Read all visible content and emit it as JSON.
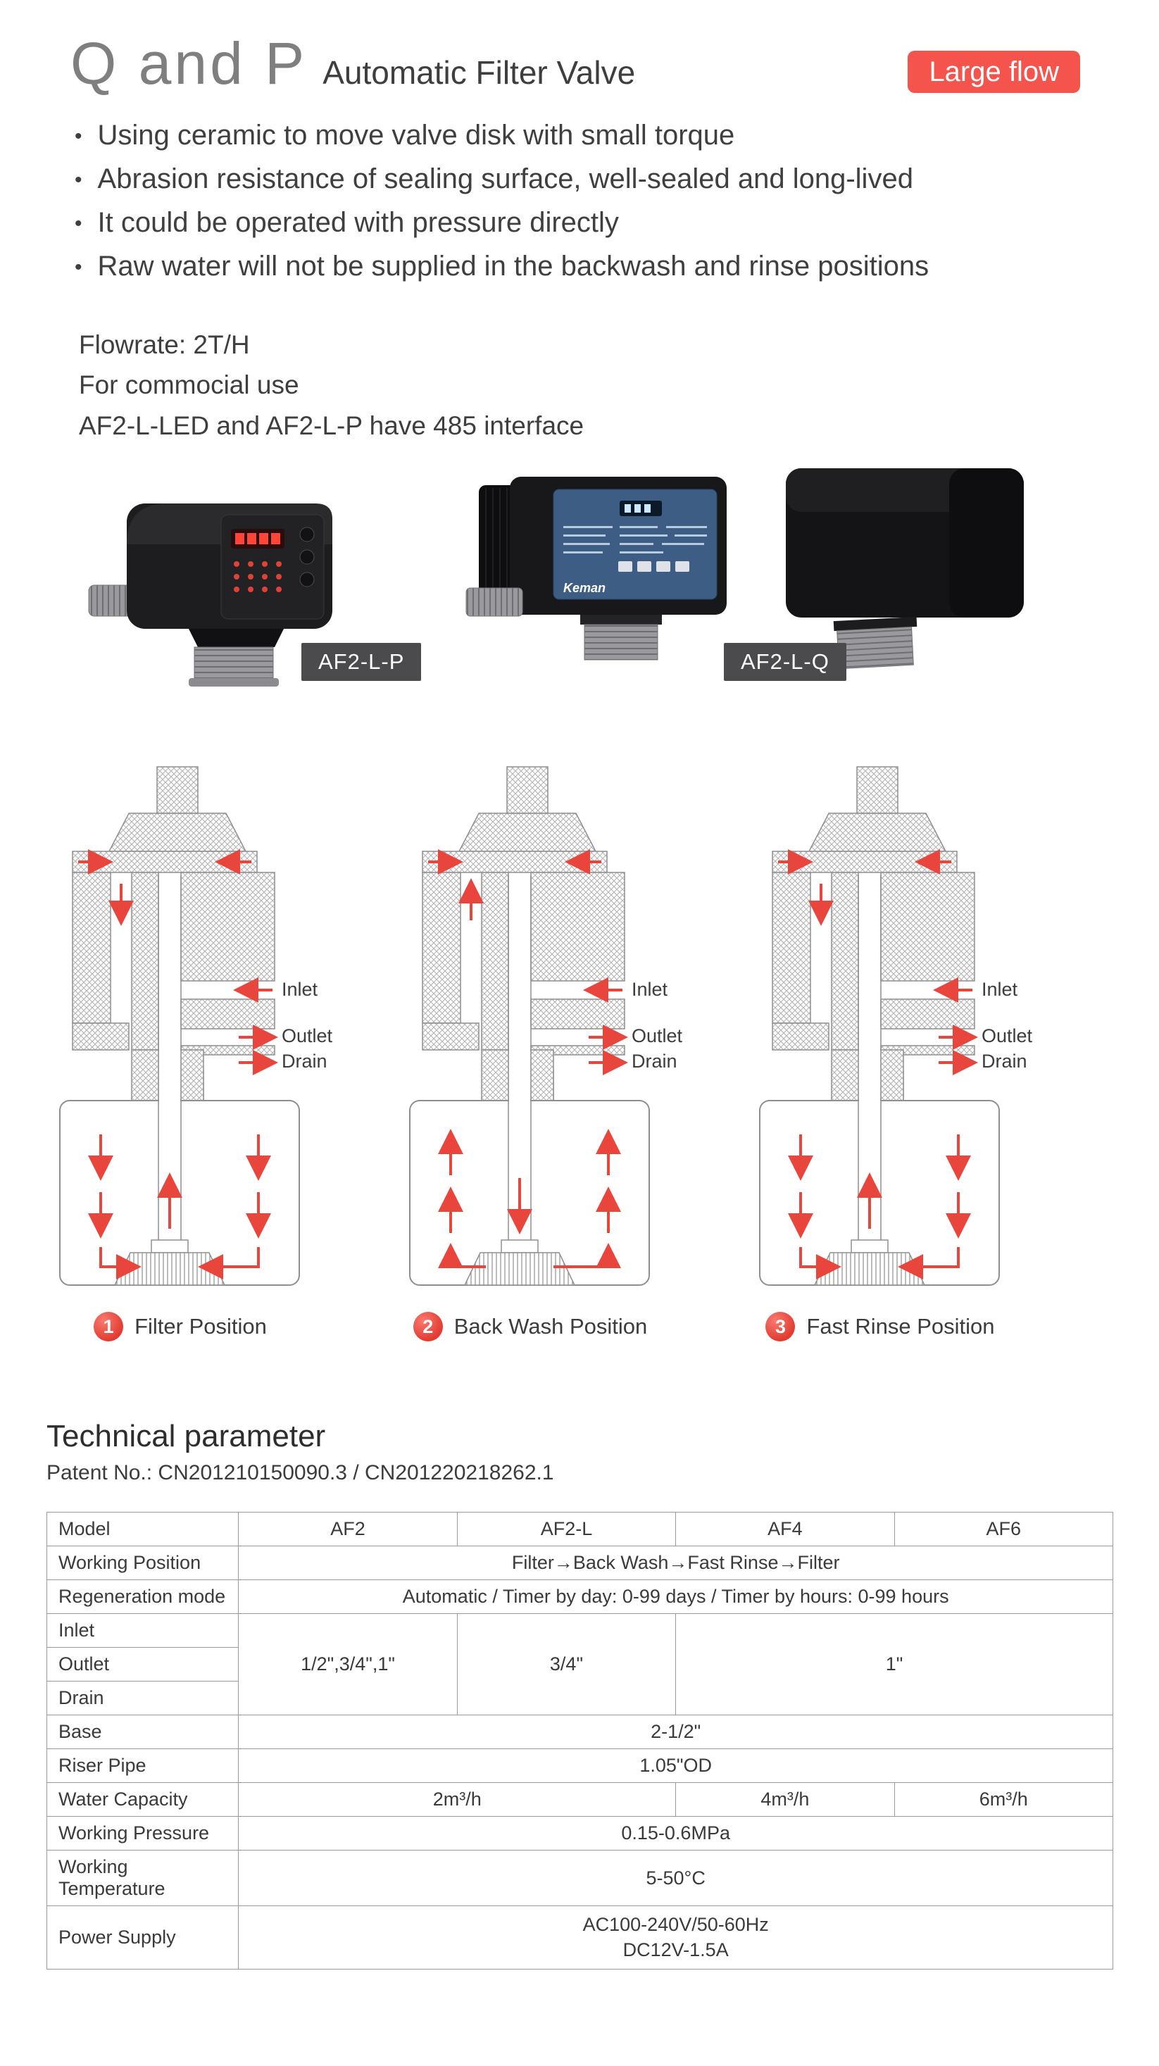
{
  "header": {
    "title": "Q and P",
    "subtitle": "Automatic Filter Valve",
    "badge": "Large flow"
  },
  "features": [
    "Using ceramic to move valve disk with small torque",
    "Abrasion resistance of sealing surface, well-sealed and long-lived",
    "It could be operated with pressure directly",
    "Raw water will not be supplied in the backwash and rinse positions"
  ],
  "notes": [
    "Flowrate: 2T/H",
    "For commocial use",
    "AF2-L-LED and AF2-L-P have 485 interface"
  ],
  "products": {
    "brand": "Keman",
    "badges": [
      "AF2-L-P",
      "AF2-L-Q"
    ]
  },
  "diagrams": {
    "labels": {
      "inlet": "Inlet",
      "outlet": "Outlet",
      "drain": "Drain"
    },
    "positions": [
      {
        "num": "1",
        "caption": "Filter Position"
      },
      {
        "num": "2",
        "caption": "Back Wash Position"
      },
      {
        "num": "3",
        "caption": "Fast Rinse Position"
      }
    ]
  },
  "tech": {
    "heading": "Technical parameter",
    "patent": "Patent No.: CN201210150090.3 / CN201220218262.1",
    "table": {
      "headers": {
        "model": "Model",
        "af2": "AF2",
        "af2l": "AF2-L",
        "af4": "AF4",
        "af6": "AF6"
      },
      "working_position": {
        "label": "Working Position",
        "value": "Filter→Back Wash→Fast Rinse→Filter"
      },
      "regeneration_mode": {
        "label": "Regeneration mode",
        "value": "Automatic / Timer by day: 0-99 days / Timer by hours: 0-99 hours"
      },
      "ports": {
        "inlet_label": "Inlet",
        "outlet_label": "Outlet",
        "drain_label": "Drain",
        "af2": "1/2\",3/4\",1\"",
        "af2l": "3/4\"",
        "af4_af6": "1\""
      },
      "base": {
        "label": "Base",
        "value": "2-1/2\""
      },
      "riser_pipe": {
        "label": "Riser Pipe",
        "value": "1.05\"OD"
      },
      "water_capacity": {
        "label": "Water Capacity",
        "af2_af2l": "2m³/h",
        "af4": "4m³/h",
        "af6": "6m³/h"
      },
      "working_pressure": {
        "label": "Working Pressure",
        "value": "0.15-0.6MPa"
      },
      "working_temperature": {
        "label": "Working Temperature",
        "value": "5-50°C"
      },
      "power_supply": {
        "label": "Power Supply",
        "line1": "AC100-240V/50-60Hz",
        "line2": "DC12V-1.5A"
      }
    }
  }
}
